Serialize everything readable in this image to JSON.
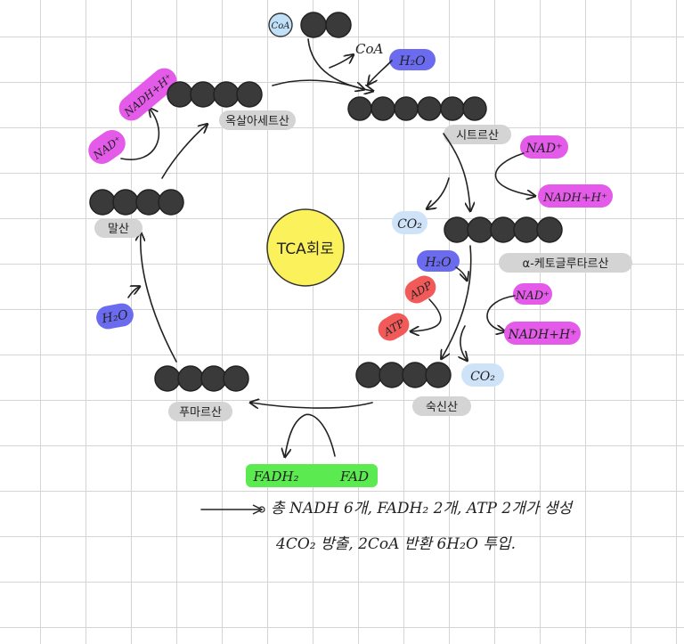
{
  "colors": {
    "molecule": "#3a3a3a",
    "nad": "#e35be8",
    "h2o": "#6b6bf0",
    "co2": "#cfe3f8",
    "atp": "#f25a5a",
    "fad": "#5bea4f",
    "label": "#d4d4d4",
    "center": "#fbf15a",
    "coa": "#bfe0f7"
  },
  "center": {
    "label": "TCA회로"
  },
  "compounds": {
    "acetyl_coa_label": "CoA",
    "citric": "시트르산",
    "ketoglutaric": "α-케토글루타르산",
    "succinic": "숙신산",
    "fumaric": "푸마르산",
    "malic": "말산",
    "oxaloacetic": "옥살아세트산"
  },
  "tags": {
    "coa_release": "CoA",
    "h2o_1": "H₂O",
    "nad_1": "NAD⁺",
    "nadh_1": "NADH+H⁺",
    "co2_1": "CO₂",
    "h2o_2": "H₂O",
    "adp": "ADP",
    "atp": "ATP",
    "nad_2": "NAD⁺",
    "nadh_2": "NADH+H⁺",
    "co2_2": "CO₂",
    "fadh2": "FADH₂",
    "fad": "FAD",
    "h2o_3": "H₂O",
    "nad_3": "NAD⁺",
    "nadh_3": "NADH+H⁺"
  },
  "summary": {
    "line1": "총 NADH 6개, FADH₂ 2개, ATP 2개가 생성",
    "line2": "4CO₂ 방출, 2CoA 반환 6H₂O 투입."
  }
}
